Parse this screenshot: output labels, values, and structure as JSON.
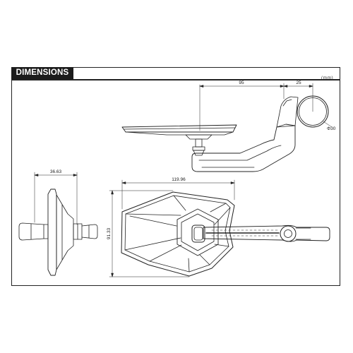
{
  "header": {
    "title": "DIMENSIONS",
    "unit": "(mm)"
  },
  "dimensions": {
    "arm_reach": "95",
    "clamp_offset": "25",
    "clamp_diameter": "Φ30",
    "side_depth": "36.63",
    "mirror_width": "119.96",
    "mirror_height": "91.33"
  },
  "colors": {
    "line": "#222222",
    "tab_background": "#1c1c1c",
    "tab_text": "#ffffff"
  }
}
